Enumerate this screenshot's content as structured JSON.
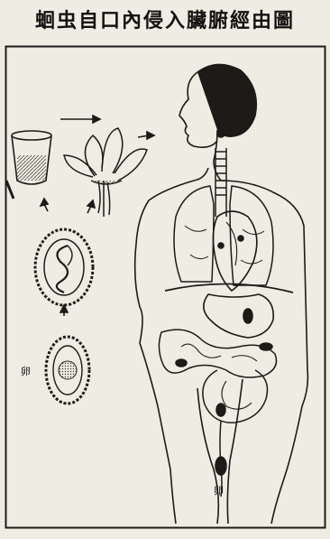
{
  "title": "蛔虫自口內侵入臟腑經由圖",
  "labels": {
    "egg_left": "卵",
    "egg_bottom": "卵"
  }
}
